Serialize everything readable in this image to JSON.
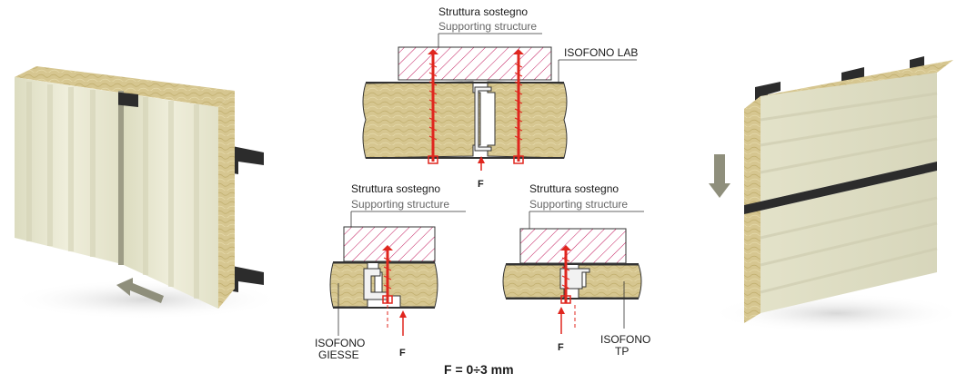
{
  "colors": {
    "insulation": "#d6c690",
    "panel_face": "#e9e8cf",
    "screw": "#e0261e",
    "hatch": "#c2185b",
    "arrow": "#8f8f7c",
    "dark_steel": "#2c2c2c"
  },
  "diagram_top": {
    "label_it": "Struttura sostegno",
    "label_en": "Supporting structure",
    "product_label": "ISOFONO LAB",
    "force_label": "F"
  },
  "diagram_left": {
    "label_it": "Struttura sostegno",
    "label_en": "Supporting structure",
    "product_label_line1": "ISOFONO",
    "product_label_line2": "GIESSE",
    "force_label": "F"
  },
  "diagram_right": {
    "label_it": "Struttura sostegno",
    "label_en": "Supporting structure",
    "product_label_line1": "ISOFONO",
    "product_label_line2": "TP",
    "force_label": "F"
  },
  "formula": "F = 0÷3 mm",
  "icons": {
    "left_arrow": "arrow-left-icon",
    "down_arrow": "arrow-down-icon"
  }
}
